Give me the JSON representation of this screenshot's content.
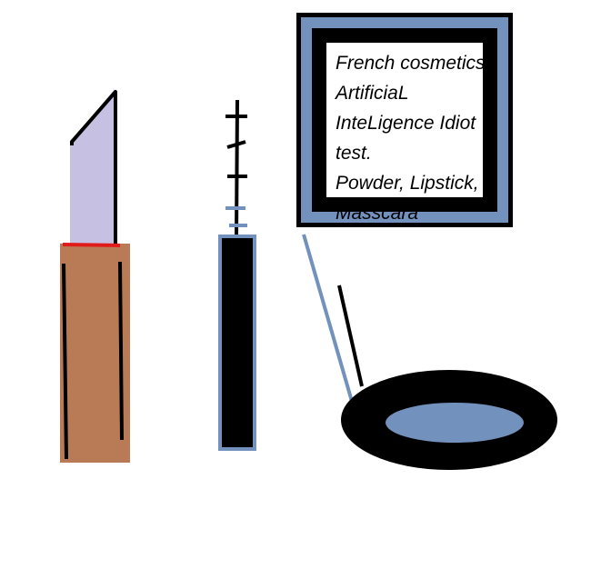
{
  "sign": {
    "lines": [
      "French cosmetics",
      "ArtificiaL",
      "InteLigence Idiot",
      "test.",
      "Powder, Lipstick,",
      "Masscara"
    ]
  },
  "colors": {
    "lipstick_tip": "#c6c0e2",
    "lipstick_body": "#b97b56",
    "lipstick_rim": "#e11a1a",
    "frame_blue": "#7391bd",
    "ink": "#000000"
  },
  "objects": [
    "lipstick",
    "mascara",
    "powder-compact"
  ]
}
